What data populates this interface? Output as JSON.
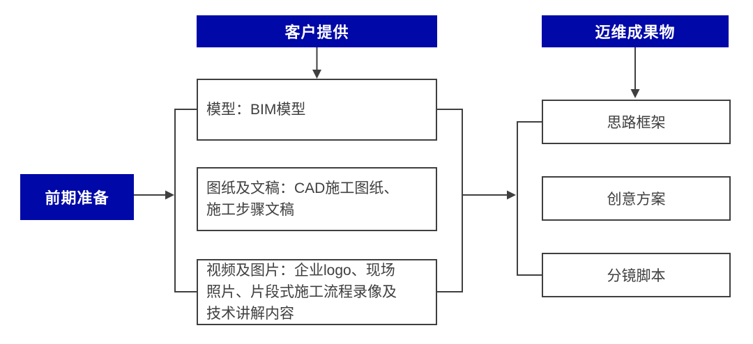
{
  "colors": {
    "accent_blue": "#0008A8",
    "line_dark": "#3F3F3F",
    "box_text": "#3F3F3F",
    "header_text": "#FFFFFF",
    "background": "#FFFFFF"
  },
  "prep": {
    "label": "前期准备"
  },
  "client_section": {
    "header": "客户提供",
    "boxes": [
      {
        "lines": [
          "模型：BIM模型"
        ]
      },
      {
        "lines": [
          "图纸及文稿：CAD施工图纸、",
          "施工步骤文稿"
        ]
      },
      {
        "lines": [
          "视频及图片：企业logo、现场",
          "照片、片段式施工流程录像及",
          "技术讲解内容"
        ]
      }
    ]
  },
  "deliverables_section": {
    "header": "迈维成果物",
    "boxes": [
      {
        "label": "思路框架"
      },
      {
        "label": "创意方案"
      },
      {
        "label": "分镜脚本"
      }
    ]
  }
}
